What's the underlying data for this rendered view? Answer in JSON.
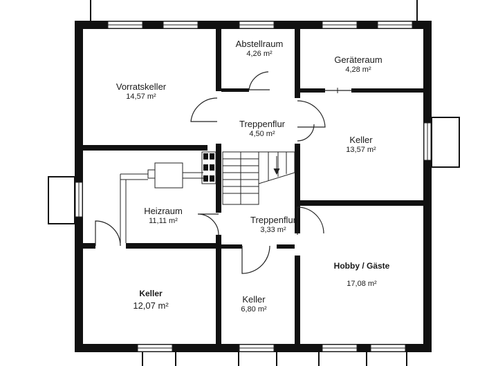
{
  "rooms": {
    "vorratskeller": {
      "name": "Vorratskeller",
      "area": "14,57 m²"
    },
    "abstellraum": {
      "name": "Abstellraum",
      "area": "4,26 m²"
    },
    "geraeteraum": {
      "name": "Geräteraum",
      "area": "4,28 m²"
    },
    "treppenflur_oben": {
      "name": "Treppenflur",
      "area": "4,50 m²"
    },
    "keller_rechts": {
      "name": "Keller",
      "area": "13,57 m²"
    },
    "heizraum": {
      "name": "Heizraum",
      "area": "11,11 m²"
    },
    "treppenflur_unten": {
      "name": "Treppenflur",
      "area": "3,33 m²"
    },
    "hobby_gaeste": {
      "name": "Hobby / Gäste",
      "area": "17,08 m²"
    },
    "keller_links": {
      "name": "Keller",
      "area": "12,07 m²"
    },
    "keller_mitte": {
      "name": "Keller",
      "area": "6,80 m²"
    }
  },
  "colors": {
    "wall": "#111111",
    "line": "#222222",
    "background": "#ffffff"
  }
}
